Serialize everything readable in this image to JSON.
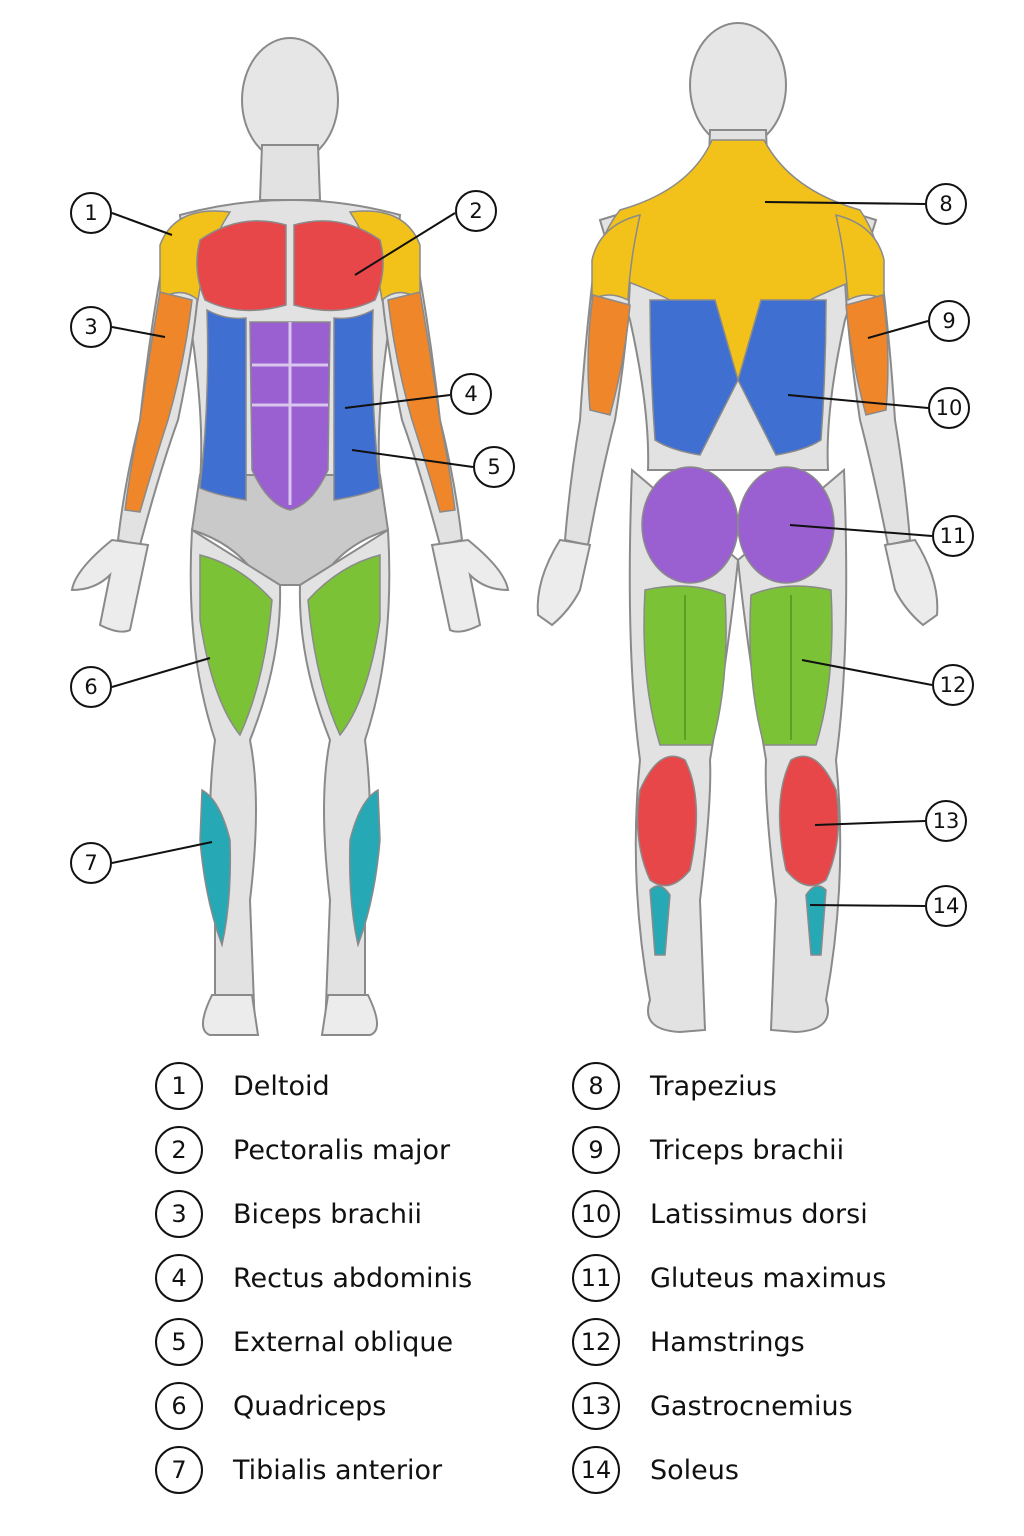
{
  "colors": {
    "deltoid": "#f2c21a",
    "pectoralis": "#e8474a",
    "biceps": "#f0862a",
    "abdominis": "#9a5fd0",
    "oblique": "#3f6fd0",
    "quadriceps": "#7cc236",
    "tibialis": "#26a9b5",
    "trapezius": "#f2c21a",
    "triceps": "#f0862a",
    "latissimus": "#3f6fd0",
    "gluteus": "#9a5fd0",
    "hamstrings": "#7cc236",
    "gastrocnemius": "#e8474a",
    "soleus": "#26a9b5",
    "body": "#e2e2e2",
    "outline": "#8a8a8a"
  },
  "callouts": [
    {
      "number": "1",
      "name": "Deltoid"
    },
    {
      "number": "2",
      "name": "Pectoralis major"
    },
    {
      "number": "3",
      "name": "Biceps brachii"
    },
    {
      "number": "4",
      "name": "Rectus abdominis"
    },
    {
      "number": "5",
      "name": "External oblique"
    },
    {
      "number": "6",
      "name": "Quadriceps"
    },
    {
      "number": "7",
      "name": "Tibialis anterior"
    },
    {
      "number": "8",
      "name": "Trapezius"
    },
    {
      "number": "9",
      "name": "Triceps brachii"
    },
    {
      "number": "10",
      "name": "Latissimus dorsi"
    },
    {
      "number": "11",
      "name": "Gluteus maximus"
    },
    {
      "number": "12",
      "name": "Hamstrings"
    },
    {
      "number": "13",
      "name": "Gastrocnemius"
    },
    {
      "number": "14",
      "name": "Soleus"
    }
  ]
}
